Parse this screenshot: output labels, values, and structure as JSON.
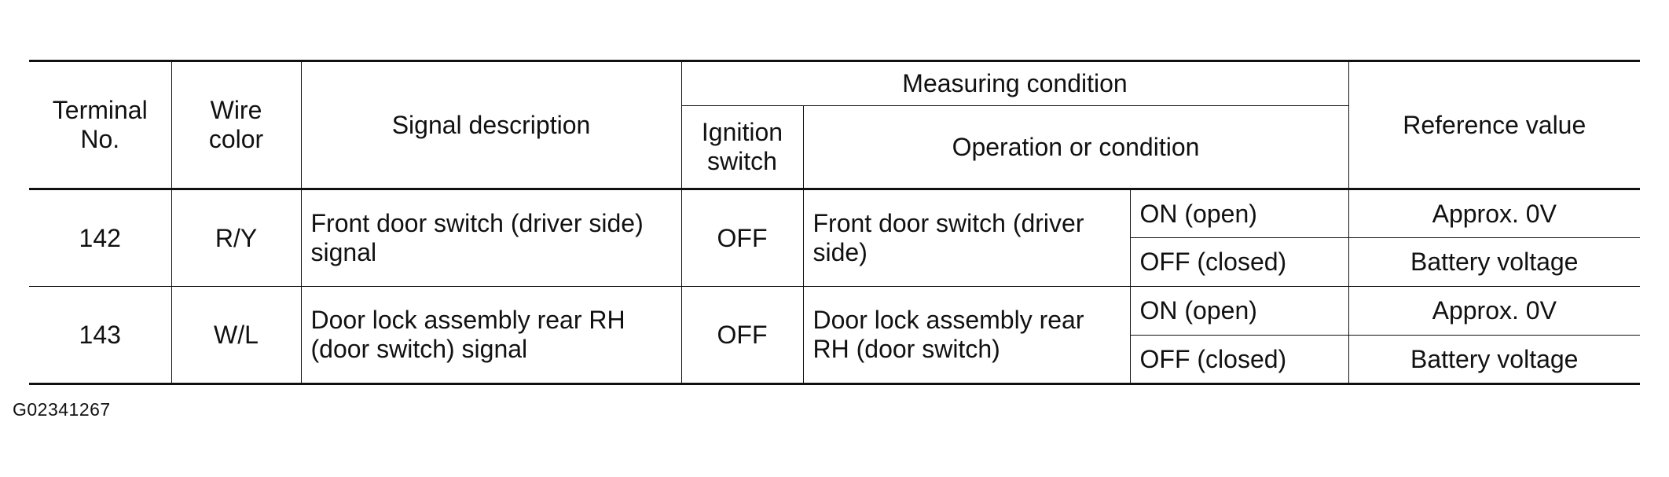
{
  "table": {
    "headers": {
      "terminal_no": "Terminal No.",
      "wire_color": "Wire color",
      "signal_description": "Signal description",
      "measuring_condition": "Measuring condition",
      "ignition_switch": "Ignition switch",
      "operation_or_condition": "Operation or condition",
      "reference_value": "Reference value"
    },
    "rows": [
      {
        "terminal": "142",
        "wire_color": "R/Y",
        "signal_description": "Front door switch (driver side) signal",
        "ignition_switch": "OFF",
        "operation": "Front door switch (driver side)",
        "conditions": [
          {
            "state": "ON (open)",
            "reference": "Approx. 0V"
          },
          {
            "state": "OFF (closed)",
            "reference": "Battery voltage"
          }
        ]
      },
      {
        "terminal": "143",
        "wire_color": "W/L",
        "signal_description": "Door lock assembly rear RH (door switch) signal",
        "ignition_switch": "OFF",
        "operation": "Door lock assembly rear RH (door switch)",
        "conditions": [
          {
            "state": "ON (open)",
            "reference": "Approx. 0V"
          },
          {
            "state": "OFF (closed)",
            "reference": "Battery voltage"
          }
        ]
      }
    ]
  },
  "figure_id": "G02341267"
}
